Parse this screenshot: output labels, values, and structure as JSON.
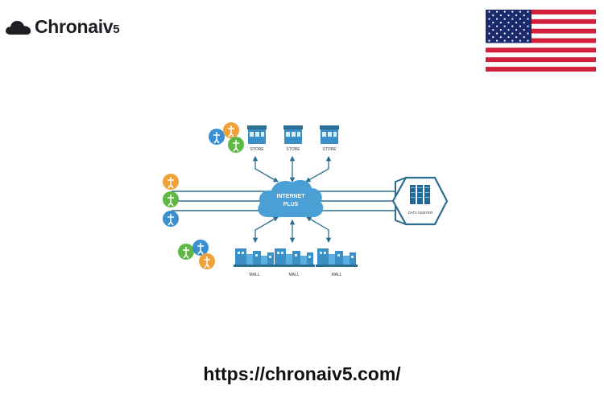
{
  "brand": {
    "name": "Chronaiv",
    "suffix": "5",
    "icon": "cloud-icon",
    "color": "#1e1e24"
  },
  "flag": {
    "icon": "us-flag-icon"
  },
  "diagram": {
    "hub": {
      "line1": "INTERNET",
      "line2": "PLUS"
    },
    "stores": [
      "STORE",
      "STORE",
      "STORE"
    ],
    "malls": [
      "MALL",
      "MALL",
      "MALL"
    ],
    "datacenter": "DATA CENTER",
    "colors": {
      "cloud": "#4a9fd4",
      "line": "#2c6e92",
      "building": "#3b8fc7",
      "person_orange": "#f0a23a",
      "person_green": "#5fb846",
      "person_blue": "#3a8fd0"
    }
  },
  "footer": {
    "url": "https://chronaiv5.com/"
  }
}
